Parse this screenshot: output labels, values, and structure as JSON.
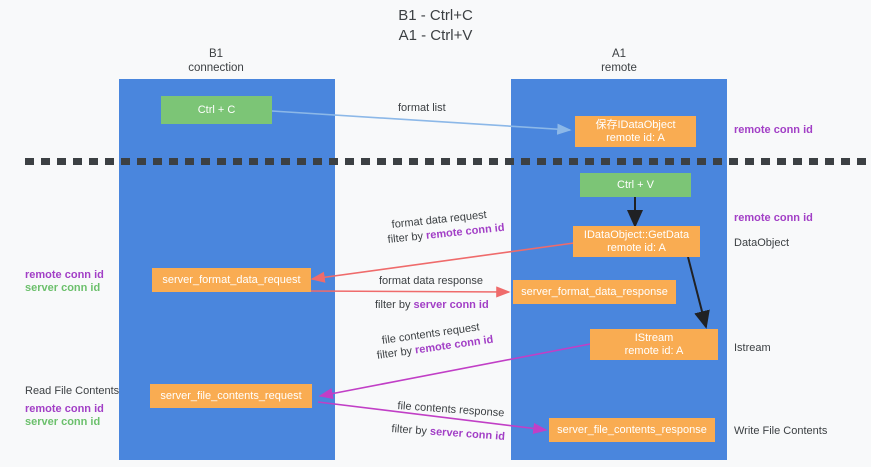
{
  "title": {
    "line1": "B1 - Ctrl+C",
    "line2": "A1 - Ctrl+V"
  },
  "columns": [
    {
      "name": "B1",
      "role": "connection"
    },
    {
      "name": "A1",
      "role": "remote"
    }
  ],
  "colors": {
    "panel": "#4a86dd",
    "green_node": "#7cc576",
    "orange_node": "#f9ac52",
    "remote_conn_id": "#a23fc6",
    "server_conn_id": "#6cc06c",
    "arrow_blue": "#8cb8e8",
    "arrow_red": "#ef6b6b",
    "arrow_magenta": "#c13fc6",
    "arrow_black": "#202124",
    "background": "#f8f9fa"
  },
  "nodes": {
    "ctrl_c": {
      "label": "Ctrl + C"
    },
    "ctrl_v": {
      "label": "Ctrl + V"
    },
    "save_idataobject": {
      "line1": "保存IDataObject",
      "line2": "remote id: A"
    },
    "getdata": {
      "line1": "IDataObject::GetData",
      "line2": "remote id: A"
    },
    "istream": {
      "line1": "IStream",
      "line2": "remote id: A"
    },
    "server_format_data_request": {
      "label": "server_format_data_request"
    },
    "server_format_data_response": {
      "label": "server_format_data_response"
    },
    "server_file_contents_request": {
      "label": "server_file_contents_request"
    },
    "server_file_contents_response": {
      "label": "server_file_contents_response"
    }
  },
  "edge_labels": {
    "format_list": "format list",
    "format_data_request": "format data request",
    "format_data_request_filter_prefix": "filter by ",
    "format_data_request_filter_value": "remote conn id",
    "format_data_response": "format data response",
    "format_data_response_filter_prefix": "filter by ",
    "format_data_response_filter_value": "server conn id",
    "file_contents_request": "file contents request",
    "file_contents_request_filter_prefix": "filter by ",
    "file_contents_request_filter_value": "remote conn id",
    "file_contents_response": "file contents response",
    "file_contents_response_filter_prefix": "filter by ",
    "file_contents_response_filter_value": "server conn id"
  },
  "side_labels": {
    "right_remote_conn_id_top": "remote conn id",
    "right_remote_conn_id_mid": "remote conn id",
    "right_dataobject": "DataObject",
    "right_istream": "Istream",
    "right_write_file_contents": "Write File Contents",
    "left_remote_conn_id": "remote conn id",
    "left_server_conn_id": "server conn id",
    "left_read_file_contents": "Read File Contents",
    "left_remote_conn_id_2": "remote conn id",
    "left_server_conn_id_2": "server conn id"
  }
}
